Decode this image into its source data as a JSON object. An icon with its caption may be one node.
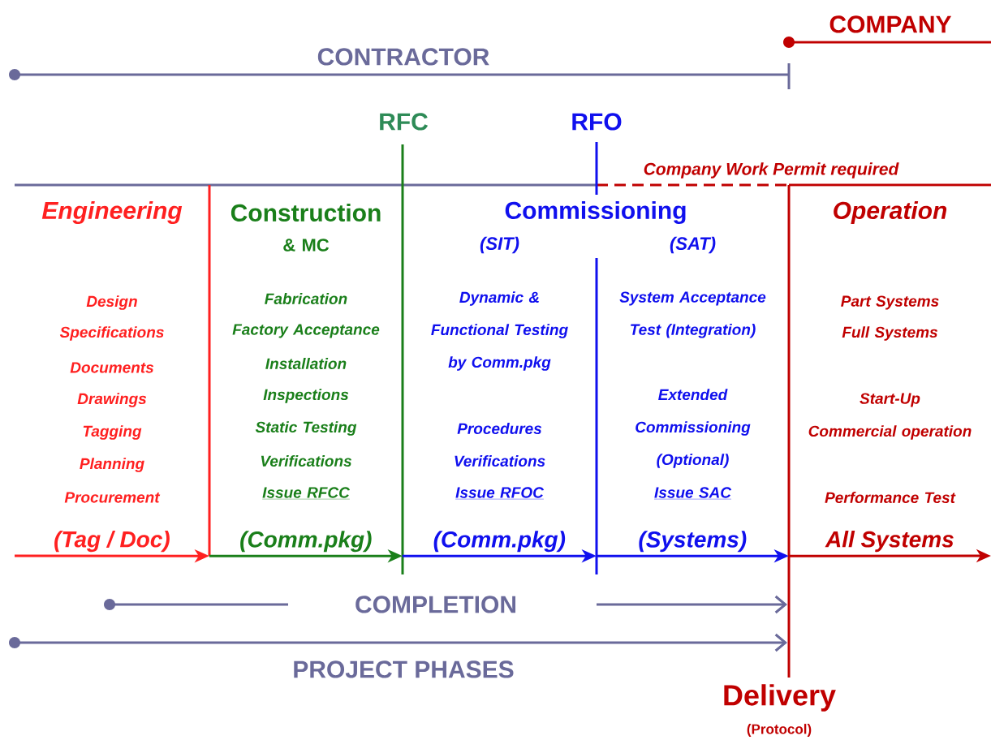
{
  "diagram": {
    "nodes": [
      {
        "text": [
          "Engineering",
          "Design",
          "Specifications",
          "Documents",
          "Drawings",
          "Tagging",
          "Planning",
          "Procurement"
        ]
      },
      {
        "text": [
          "Construction",
          "& MC",
          "Fabrication",
          "Factory Acceptance",
          "Installation",
          "Inspections",
          "Static Testing",
          "Verifications",
          "Issue RFCC"
        ]
      },
      {
        "text": [
          "Commissioning"
        ]
      },
      {
        "text": [
          "(SIT)",
          "Dynamic & Functional Testing by Comm.pkg",
          "Procedures",
          "Verifications",
          "Issue RFOC"
        ],
        "in": 2
      },
      {
        "text": [
          "(SAT)",
          "System Acceptance Test (Integration)",
          "Extended Commissioning (Optional)",
          "Issue SAC"
        ],
        "in": 2
      },
      {
        "text": [
          "Operation",
          "Part Systems",
          "Full Systems",
          "Start-Up",
          "Commercial operation",
          "Performance Test"
        ]
      }
    ],
    "edges": [
      {
        "from": null,
        "to": 1,
        "arrow": "to",
        "label": "(Tag / Doc)",
        "color": "#ff2020"
      },
      {
        "from": 1,
        "to": 3,
        "arrow": "to",
        "label": "(Comm.pkg)",
        "color": "#1a7f1a"
      },
      {
        "from": 3,
        "to": 4,
        "arrow": "to",
        "label": "(Comm.pkg)"
      },
      {
        "from": 4,
        "to": 5,
        "arrow": "to",
        "label": "(Systems)"
      },
      {
        "from": 5,
        "to": null,
        "arrow": "to",
        "label": "All Systems",
        "color": "#c00000"
      }
    ],
    "labels": [
      "COMPANY",
      "CONTRACTOR",
      "RFC",
      "RFO",
      "Company Work Permit required",
      "COMPLETION",
      "PROJECT PHASES",
      "Delivery",
      "(Protocol)"
    ]
  }
}
